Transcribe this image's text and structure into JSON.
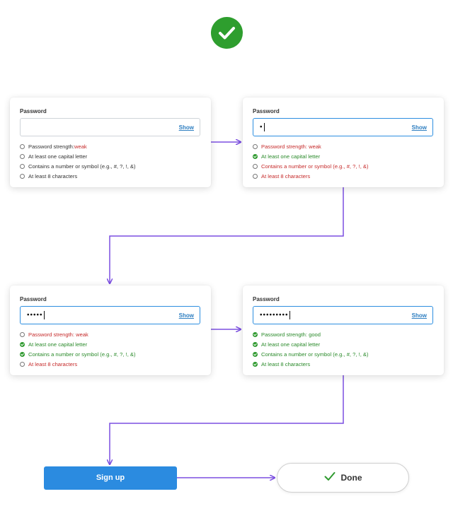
{
  "cards": [
    {
      "label": "Password",
      "value": "",
      "show_label": "Show",
      "focused": false,
      "rules": [
        {
          "prefix": "Password strength: ",
          "suffix": "weak",
          "state": "neutral"
        },
        {
          "text": "At least one capital letter",
          "state": "neutral"
        },
        {
          "text": "Contains a number or symbol (e.g., #, ?, !, &)",
          "state": "neutral"
        },
        {
          "text": "At least 8 characters",
          "state": "neutral"
        }
      ]
    },
    {
      "label": "Password",
      "value": "•",
      "show_label": "Show",
      "focused": true,
      "rules": [
        {
          "text": "Password strength: weak",
          "state": "fail"
        },
        {
          "text": "At least one capital letter",
          "state": "pass"
        },
        {
          "text": "Contains a number or symbol (e.g., #, ?, !, &)",
          "state": "fail"
        },
        {
          "text": "At least 8 characters",
          "state": "fail"
        }
      ]
    },
    {
      "label": "Password",
      "value": "•••••",
      "show_label": "Show",
      "focused": true,
      "rules": [
        {
          "text": "Password strength: weak",
          "state": "fail"
        },
        {
          "text": "At least one capital letter",
          "state": "pass"
        },
        {
          "text": "Contains a number or symbol (e.g., #, ?, !, &)",
          "state": "pass"
        },
        {
          "text": "At least 8 characters",
          "state": "fail"
        }
      ]
    },
    {
      "label": "Password",
      "value": "•••••••••",
      "show_label": "Show",
      "focused": true,
      "rules": [
        {
          "text": "Password strength: good",
          "state": "pass"
        },
        {
          "text": "At least one capital letter",
          "state": "pass"
        },
        {
          "text": "Contains a number or symbol (e.g., #, ?, !, &)",
          "state": "pass"
        },
        {
          "text": "At least 8 characters",
          "state": "pass"
        }
      ]
    }
  ],
  "signup_button": "Sign up",
  "done_label": "Done",
  "icons": {
    "top": "check-circle-icon",
    "done": "checkmark-icon"
  },
  "colors": {
    "accent": "#2b8be0",
    "pass": "#2a8a2a",
    "fail": "#c62b2b",
    "flow": "#7b4fe0",
    "top_check": "#2e9e2e"
  }
}
